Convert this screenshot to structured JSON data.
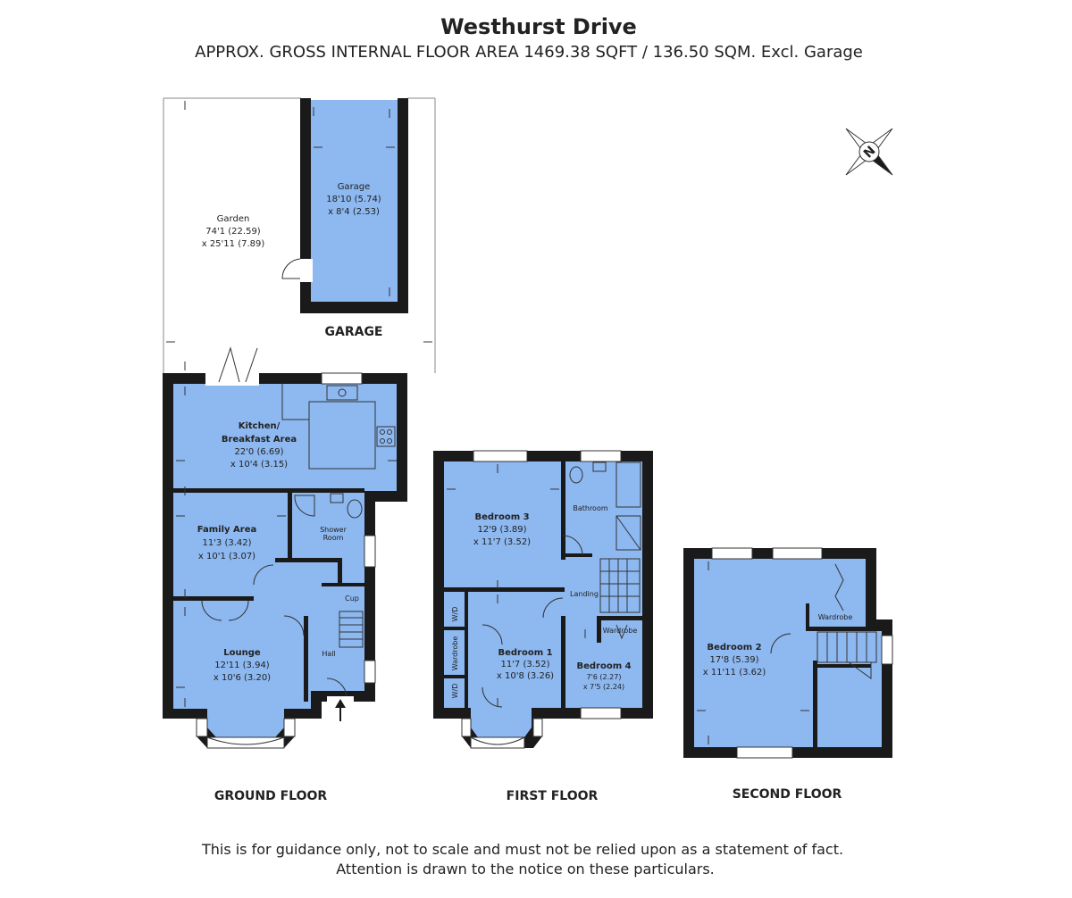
{
  "header": {
    "title": "Westhurst Drive",
    "subtitle": "APPROX. GROSS INTERNAL FLOOR AREA 1469.38 SQFT / 136.50 SQM. Excl. Garage"
  },
  "floors": {
    "garage": "GARAGE",
    "ground": "GROUND FLOOR",
    "first": "FIRST FLOOR",
    "second": "SECOND FLOOR"
  },
  "rooms": {
    "garden": {
      "name": "Garden",
      "dim1": "74'1 (22.59)",
      "dim2": "x 25'11 (7.89)"
    },
    "garage": {
      "name": "Garage",
      "dim1": "18'10 (5.74)",
      "dim2": "x 8'4 (2.53)"
    },
    "kitchen": {
      "name1": "Kitchen/",
      "name2": "Breakfast Area",
      "dim1": "22'0 (6.69)",
      "dim2": "x 10'4 (3.15)"
    },
    "family": {
      "name": "Family Area",
      "dim1": "11'3 (3.42)",
      "dim2": "x 10'1 (3.07)"
    },
    "shower": {
      "name1": "Shower",
      "name2": "Room"
    },
    "cup": {
      "name": "Cup"
    },
    "hall": {
      "name": "Hall"
    },
    "lounge": {
      "name": "Lounge",
      "dim1": "12'11 (3.94)",
      "dim2": "x 10'6 (3.20)"
    },
    "bedroom3": {
      "name": "Bedroom 3",
      "dim1": "12'9 (3.89)",
      "dim2": "x 11'7 (3.52)"
    },
    "bathroom": {
      "name": "Bathroom"
    },
    "landing": {
      "name": "Landing"
    },
    "wd1": {
      "name": "W/D"
    },
    "wardrobe1": {
      "name": "Wardrobe"
    },
    "wd2": {
      "name": "W/D"
    },
    "bedroom1": {
      "name": "Bedroom 1",
      "dim1": "11'7 (3.52)",
      "dim2": "x 10'8 (3.26)"
    },
    "wardrobe2": {
      "name": "Wardrobe"
    },
    "bedroom4": {
      "name": "Bedroom 4",
      "dim1": "7'6 (2.27)",
      "dim2": "x 7'5 (2.24)"
    },
    "wardrobe3": {
      "name": "Wardrobe"
    },
    "bedroom2": {
      "name": "Bedroom 2",
      "dim1": "17'8 (5.39)",
      "dim2": "x 11'11 (3.62)"
    }
  },
  "compass": {
    "letter": "N"
  },
  "footer": {
    "line1": "This is for guidance only, not to scale and must not be relied upon as a statement of fact.",
    "line2": "Attention is drawn to the notice on these particulars."
  }
}
